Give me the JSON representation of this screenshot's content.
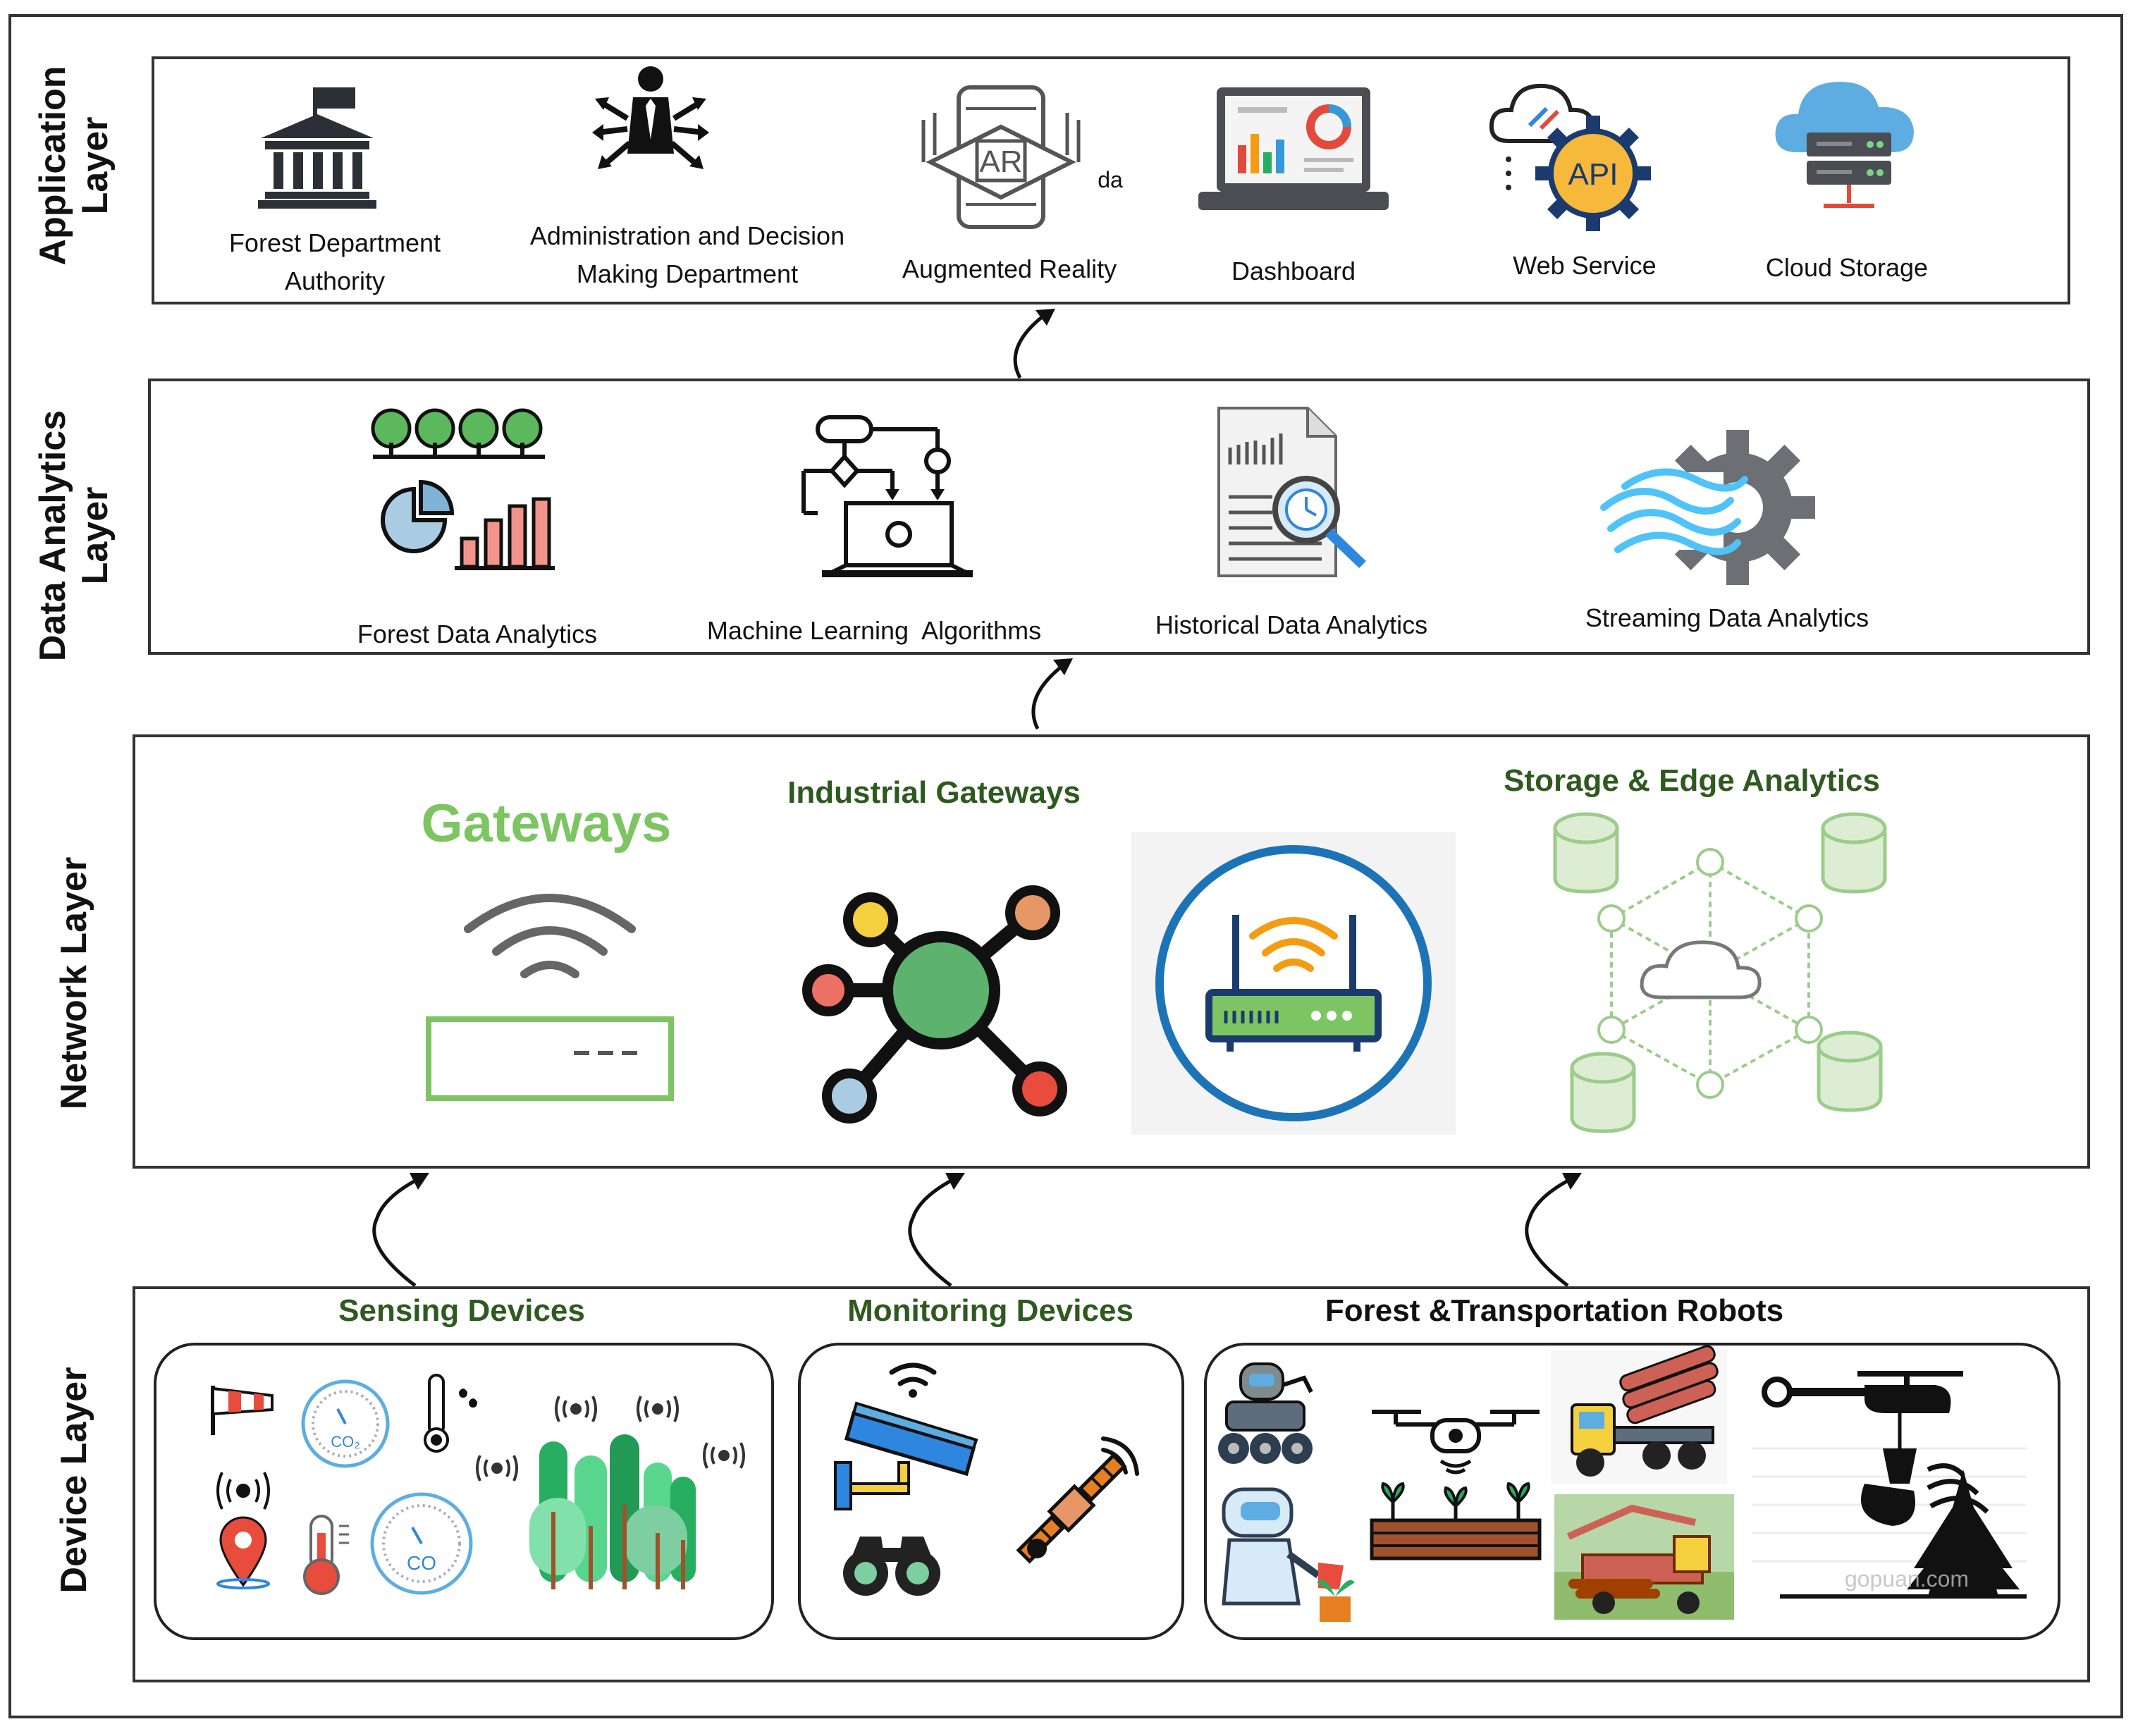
{
  "layers": {
    "application": "Application\nLayer",
    "analytics": "Data Analytics\nLayer",
    "network": "Network Layer",
    "device": "Device Layer"
  },
  "application": {
    "items": [
      {
        "label": "Forest Department\nAuthority",
        "icon": "government-building-icon"
      },
      {
        "label": "Administration and Decision\nMaking Department",
        "icon": "decision-maker-icon"
      },
      {
        "label": "Augmented Reality",
        "icon": "ar-phone-icon"
      },
      {
        "label": "Dashboard",
        "icon": "laptop-dashboard-icon"
      },
      {
        "label": "Web Service",
        "icon": "api-gear-icon"
      },
      {
        "label": "Cloud Storage",
        "icon": "cloud-server-icon"
      }
    ],
    "ar_extra": "da"
  },
  "analytics": {
    "items": [
      {
        "label": "Forest Data Analytics",
        "icon": "trees-chart-icon"
      },
      {
        "label": "Machine Learning  Algorithms",
        "icon": "ml-flowchart-icon"
      },
      {
        "label": "Historical Data Analytics",
        "icon": "document-search-icon"
      },
      {
        "label": "Streaming Data Analytics",
        "icon": "streaming-gear-icon"
      }
    ]
  },
  "network": {
    "gateways": "Gateways",
    "industrial": "Industrial Gateways",
    "storage": "Storage & Edge Analytics",
    "icons": [
      "wifi-gateway-icon",
      "hub-network-icon",
      "router-icon",
      "cloud-database-network-icon"
    ]
  },
  "device": {
    "sensing": "Sensing Devices",
    "monitoring": "Monitoring Devices",
    "robots": "Forest &Transportation Robots",
    "sensor_labels": {
      "co2": "CO₂",
      "co": "CO"
    },
    "watermark": "gopuan.com",
    "icons": [
      "windsock-icon",
      "co2-gauge-icon",
      "thermometer-icon",
      "location-pin-icon",
      "temperature-icon",
      "co-gauge-icon",
      "forest-sensor-icon",
      "cctv-camera-icon",
      "binoculars-icon",
      "satellite-icon",
      "robot-rover-icon",
      "planting-drone-icon",
      "log-truck-icon",
      "gardening-robot-icon",
      "forest-harvester-icon",
      "firefighting-helicopter-icon"
    ]
  },
  "colors": {
    "green_title": "#2e5a1f",
    "gateway_green": "#7dc462",
    "hub_green": "#5db36e",
    "router_blue": "#1c74b7",
    "edge_green": "#9ccc8b"
  }
}
